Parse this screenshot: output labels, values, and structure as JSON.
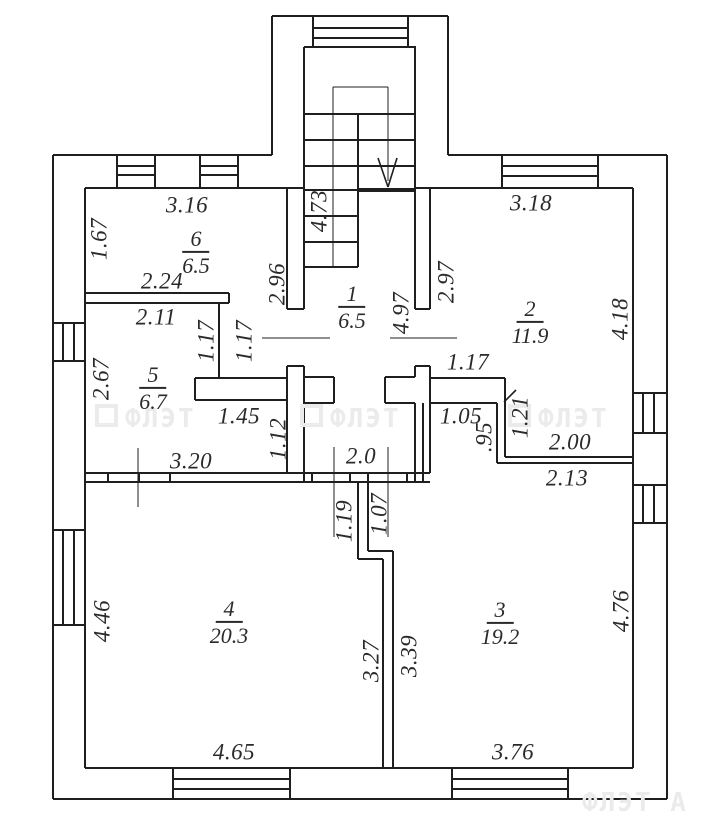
{
  "watermark": {
    "brand": "ФЛЭТ",
    "brand_partial": "ФЛЭТ А"
  },
  "rooms": [
    {
      "number": "1",
      "area": "6.5"
    },
    {
      "number": "2",
      "area": "11.9"
    },
    {
      "number": "3",
      "area": "19.2"
    },
    {
      "number": "4",
      "area": "20.3"
    },
    {
      "number": "5",
      "area": "6.7"
    },
    {
      "number": "6",
      "area": "6.5"
    }
  ],
  "wc_area": "2.0",
  "dimensions": {
    "room6_top": "3.16",
    "room6_left": "1.67",
    "room6_bottom": "2.24",
    "room6_right": "2.96",
    "stair_depth": "4.73",
    "room5_top": "2.11",
    "room5_left": "2.67",
    "room5_right": "1.17",
    "hall_strip": "1.17",
    "room1_depth": "4.97",
    "room2_left": "2.97",
    "room2_top": "3.18",
    "room2_right": "4.18",
    "room2_door": "1.17",
    "closet_width": "1.45",
    "closet_right": "1.12",
    "niche_width": "1.05",
    "niche_depth": ".95",
    "room2_step": "1.21",
    "room2_bottom": "2.00",
    "room3_top": "2.13",
    "hall_width": "3.20",
    "door_left": "1.19",
    "door_right": "1.07",
    "room4_left": "4.46",
    "room4_bottom": "4.65",
    "room4_right": "3.27",
    "room3_left": "3.39",
    "room3_right": "4.76",
    "room3_bottom": "3.76"
  }
}
